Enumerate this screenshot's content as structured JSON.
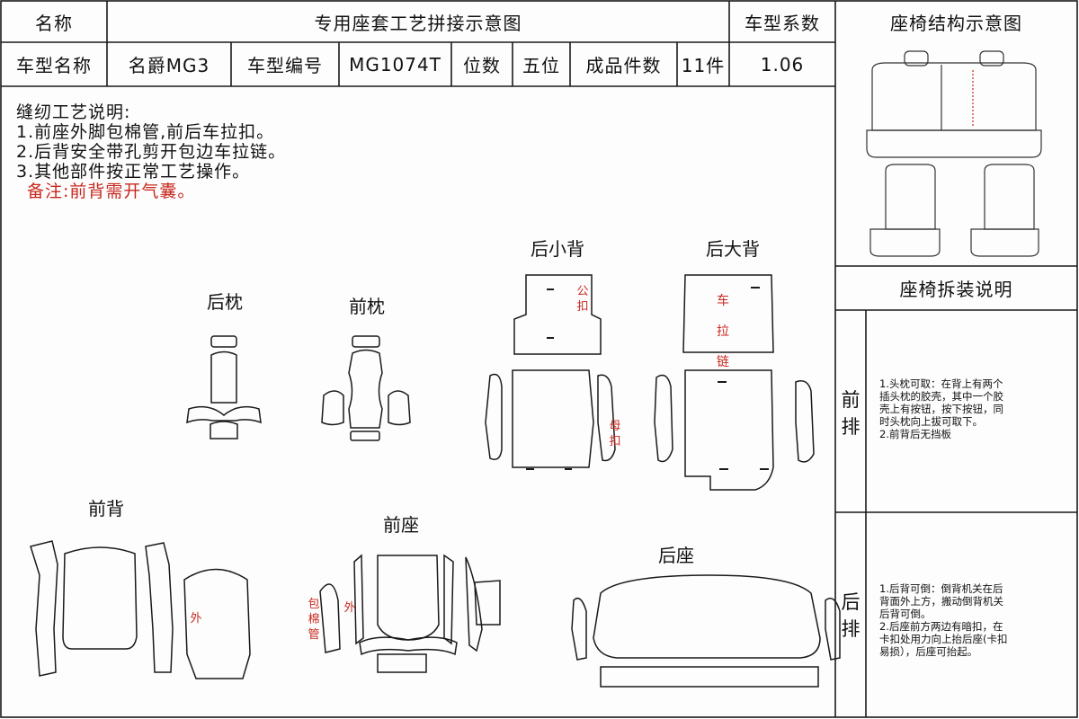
{
  "header": {
    "name_label": "名称",
    "title": "专用座套工艺拼接示意图",
    "coef_label": "车型系数",
    "structure_title": "座椅结构示意图"
  },
  "info_row": {
    "model_name_label": "车型名称",
    "model_name": "名爵MG3",
    "model_code_label": "车型编号",
    "model_code": "MG1074T",
    "seats_label": "位数",
    "seats": "五位",
    "pieces_label": "成品件数",
    "pieces": "11件",
    "coefficient": "1.06"
  },
  "sewing": {
    "title": "缝纫工艺说明:",
    "items": [
      "1.前座外脚包棉管,前后车拉扣。",
      "2.后背安全带孔剪开包边车拉链。",
      "3.其他部件按正常工艺操作。"
    ],
    "remark": "备注:前背需开气囊。"
  },
  "sections": {
    "rear_headrest": "后枕",
    "front_headrest": "前枕",
    "rear_small_back": "后小背",
    "rear_big_back": "后大背",
    "front_back": "前背",
    "front_seat": "前座",
    "rear_seat": "后座"
  },
  "piece_labels": {
    "male_buckle": "公扣",
    "female_buckle": "母扣",
    "zipper": "车拉链",
    "outer_back": "外",
    "outer_seat": "外",
    "cotton_tube": "包棉管"
  },
  "install": {
    "title": "座椅拆装说明",
    "front_label": "前排",
    "front_text": [
      "1.头枕可取：在背上有两个",
      "插头枕的胶壳，其中一个胶",
      "壳上有按钮，按下按钮，同",
      "时头枕向上拔可取下。",
      "2.前背后无挡板"
    ],
    "rear_label": "后排",
    "rear_text": [
      "1.后背可倒：倒背机关在后",
      "背面外上方，搬动倒背机关",
      "后背可倒。",
      "2.后座前方两边有暗扣，在",
      "卡扣处用力向上抬后座(卡扣",
      "易损），后座可抬起。"
    ]
  },
  "colors": {
    "line": "#1a1a1a",
    "accent_red": "#c8281e"
  }
}
